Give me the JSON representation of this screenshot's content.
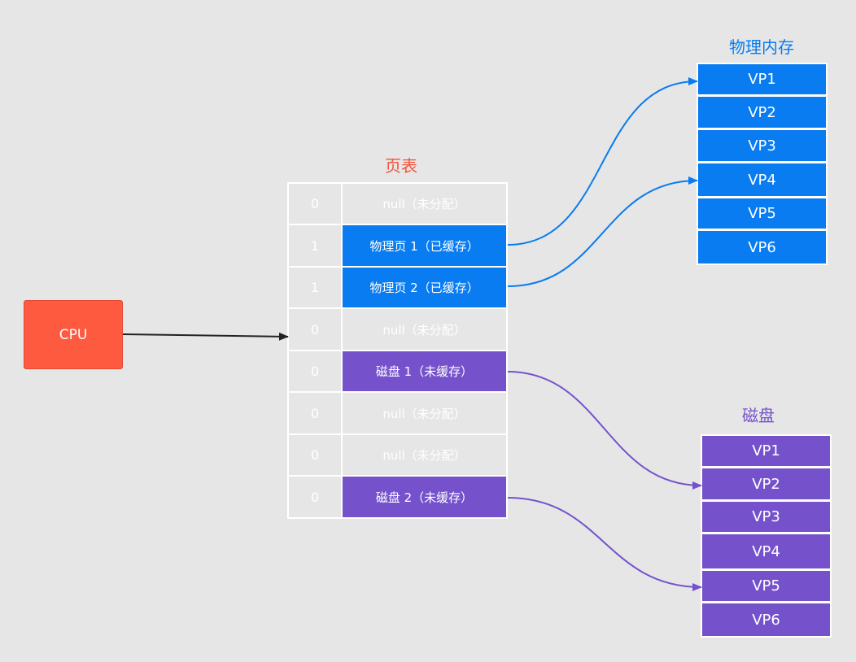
{
  "cpu": {
    "label": "CPU"
  },
  "page_table": {
    "title": "页表",
    "rows": [
      {
        "index": "0",
        "value": "null（未分配）",
        "kind": "null"
      },
      {
        "index": "1",
        "value": "物理页 1（已缓存）",
        "kind": "mem"
      },
      {
        "index": "1",
        "value": "物理页 2（已缓存）",
        "kind": "mem"
      },
      {
        "index": "0",
        "value": "null（未分配）",
        "kind": "null"
      },
      {
        "index": "0",
        "value": "磁盘 1（未缓存）",
        "kind": "disk"
      },
      {
        "index": "0",
        "value": "null（未分配）",
        "kind": "null"
      },
      {
        "index": "0",
        "value": "null（未分配）",
        "kind": "null"
      },
      {
        "index": "0",
        "value": "磁盘 2（未缓存）",
        "kind": "disk"
      }
    ]
  },
  "physical_memory": {
    "title": "物理内存",
    "cells": [
      "VP1",
      "VP2",
      "VP3",
      "VP4",
      "VP5",
      "VP6"
    ]
  },
  "disk": {
    "title": "磁盘",
    "cells": [
      "VP1",
      "VP2",
      "VP3",
      "VP4",
      "VP5",
      "VP6"
    ]
  },
  "colors": {
    "background": "#e6e6e6",
    "cpu": "#fd5a40",
    "memory": "#087cf0",
    "disk": "#7552cc",
    "page_table_title": "#f0543a",
    "cpu_arrow": "#222222"
  }
}
